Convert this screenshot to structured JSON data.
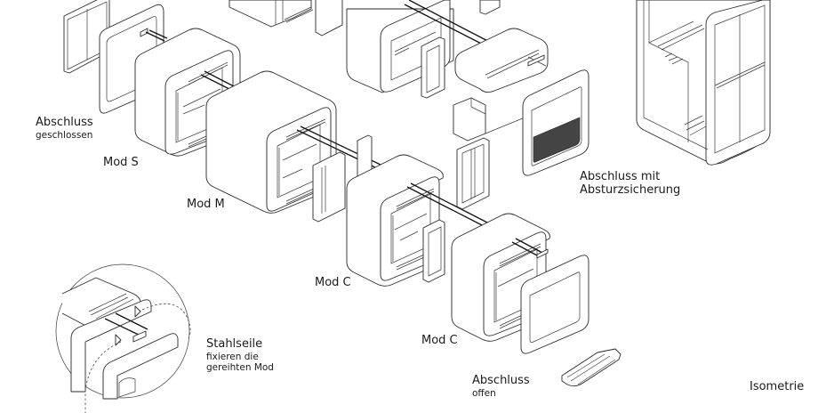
{
  "title": "Isometrie",
  "labels": {
    "abschluss_geschlossen": {
      "main": "Abschluss",
      "sub": "geschlossen"
    },
    "mod_s": "Mod S",
    "mod_m": "Mod M",
    "mod_c_1": "Mod C",
    "mod_c_2": "Mod C",
    "abschluss_absturz": {
      "line1": "Abschluss mit",
      "line2": "Absturzsicherung"
    },
    "stahlseile": {
      "main": "Stahlseile",
      "sub1": "fixieren die",
      "sub2": "gereihten Mod"
    },
    "abschluss_offen": {
      "main": "Abschluss",
      "sub": "offen"
    }
  },
  "colors": {
    "line": "#2a2a2a",
    "background": "#ffffff",
    "text": "#1a1a1a"
  }
}
